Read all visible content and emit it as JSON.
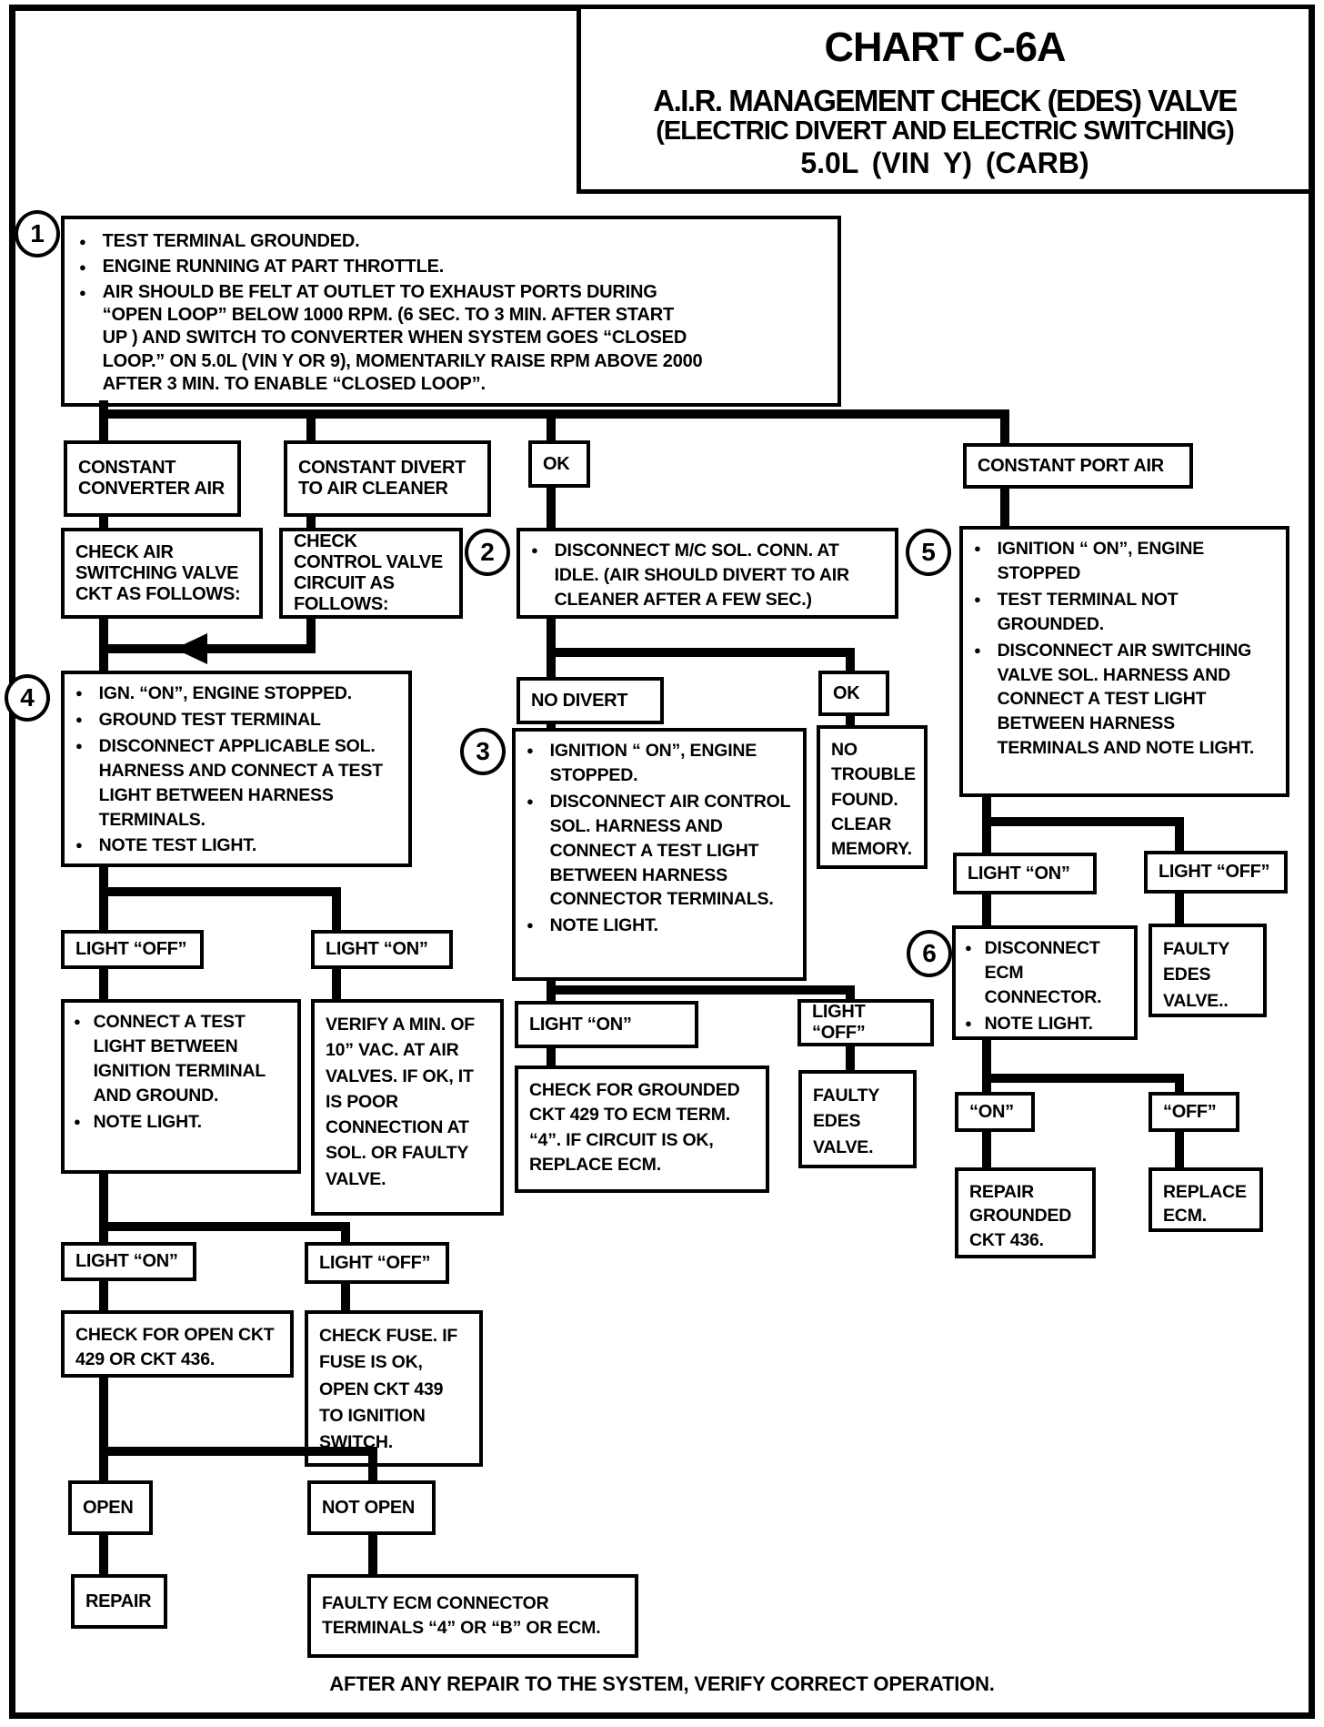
{
  "title": {
    "chart_id": "CHART C-6A",
    "subtitle1": "A.I.R. MANAGEMENT CHECK (EDES) VALVE",
    "subtitle2": "(ELECTRIC DIVERT AND ELECTRIC SWITCHING)",
    "subtitle3": "5.0L  (VIN Y)  (CARB)"
  },
  "badges": {
    "b1": "1",
    "b2": "2",
    "b3": "3",
    "b4": "4",
    "b5": "5",
    "b6": "6"
  },
  "nodes": {
    "step1": {
      "bullets": [
        "TEST TERMINAL GROUNDED.",
        "ENGINE RUNNING AT PART THROTTLE.",
        "AIR SHOULD BE FELT AT OUTLET TO EXHAUST PORTS DURING “OPEN LOOP” BELOW 1000 RPM. (6 SEC. TO 3 MIN. AFTER START UP ) AND SWITCH TO CONVERTER WHEN SYSTEM GOES “CLOSED LOOP.”  ON 5.0L (VIN Y OR 9), MOMENTARILY RAISE RPM ABOVE 2000 AFTER 3 MIN. TO ENABLE “CLOSED LOOP”."
      ]
    },
    "constant_converter_air": "CONSTANT CONVERTER AIR",
    "constant_divert": "CONSTANT DIVERT TO AIR CLEANER",
    "ok1": "OK",
    "constant_port_air": "CONSTANT PORT AIR",
    "check_air_switching": "CHECK AIR SWITCHING VALVE CKT AS FOLLOWS:",
    "check_control_valve": "CHECK CONTROL VALVE CIRCUIT AS FOLLOWS:",
    "step2": {
      "bullets": [
        "DISCONNECT M/C SOL. CONN. AT IDLE.  (AIR SHOULD DIVERT TO AIR CLEANER AFTER A FEW SEC.)"
      ]
    },
    "step5": {
      "bullets": [
        "IGNITION “ ON”, ENGINE STOPPED",
        "TEST TERMINAL NOT GROUNDED.",
        "DISCONNECT AIR SWITCHING VALVE SOL. HARNESS AND CONNECT A TEST LIGHT BETWEEN HARNESS TERMINALS  AND NOTE LIGHT."
      ]
    },
    "step4": {
      "bullets": [
        "IGN. “ON”, ENGINE STOPPED.",
        "GROUND TEST TERMINAL",
        "DISCONNECT APPLICABLE SOL. HARNESS AND CONNECT A TEST LIGHT BETWEEN HARNESS TERMINALS.",
        "NOTE TEST LIGHT."
      ]
    },
    "no_divert": "NO DIVERT",
    "ok2": "OK",
    "step3": {
      "bullets": [
        "IGNITION “ ON”, ENGINE STOPPED.",
        "DISCONNECT AIR CONTROL SOL. HARNESS AND CONNECT A TEST LIGHT BETWEEN HARNESS CONNECTOR TERMINALS.",
        "NOTE LIGHT."
      ]
    },
    "no_trouble": "NO TROUBLE FOUND. CLEAR MEMORY.",
    "light_off_left": "LIGHT “OFF”",
    "light_on_left": "LIGHT “ON”",
    "connect_test_light": {
      "bullets": [
        "CONNECT A TEST LIGHT BETWEEN IGNITION TERMINAL AND GROUND.",
        "NOTE LIGHT."
      ]
    },
    "verify_vac": "VERIFY A MIN. OF 10” VAC. AT AIR VALVES.  IF OK, IT IS POOR CONNECTION AT SOL. OR FAULTY VALVE.",
    "light_on_mid": "LIGHT “ON”",
    "light_off_mid": "LIGHT “OFF”",
    "check_grounded": "CHECK FOR GROUNDED CKT  429 TO ECM TERM. “4”. IF CIRCUIT IS OK, REPLACE ECM.",
    "faulty_edes_mid": "FAULTY EDES VALVE.",
    "light_on_right": "LIGHT “ON”",
    "light_off_right": "LIGHT “OFF”",
    "step6": {
      "bullets": [
        "DISCONNECT ECM CONNECTOR.",
        "NOTE LIGHT."
      ]
    },
    "faulty_edes_right": "FAULTY EDES VALVE..",
    "on_right": "“ON”",
    "off_right": "“OFF”",
    "repair_grounded": "REPAIR GROUNDED CKT 436.",
    "replace_ecm": "REPLACE ECM.",
    "light_on_bottom": "LIGHT “ON”",
    "light_off_bottom": "LIGHT “OFF”",
    "check_open_ckt": "CHECK FOR OPEN CKT 429 OR CKT 436.",
    "check_fuse": "CHECK FUSE.  IF FUSE IS OK, OPEN CKT  439 TO IGNITION SWITCH.",
    "open": "OPEN",
    "not_open": "NOT OPEN",
    "repair": "REPAIR",
    "faulty_ecm_connector": "FAULTY ECM CONNECTOR TERMINALS “4” OR “B” OR ECM."
  },
  "footer": "AFTER ANY REPAIR TO THE SYSTEM, VERIFY CORRECT OPERATION.",
  "colors": {
    "ink": "#000000",
    "paper": "#ffffff"
  }
}
